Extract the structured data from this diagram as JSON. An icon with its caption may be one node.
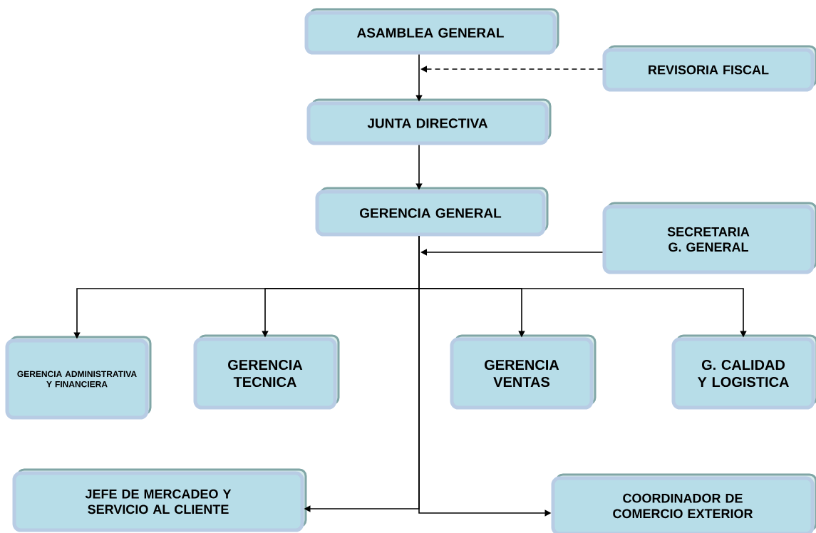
{
  "diagram": {
    "nodes": [
      {
        "text": [
          "ASAMBLEA GENERAL"
        ]
      },
      {
        "text": [
          "REVISORIA FISCAL"
        ]
      },
      {
        "text": [
          "JUNTA DIRECTIVA"
        ]
      },
      {
        "text": [
          "GERENCIA GENERAL"
        ]
      },
      {
        "text": [
          "SECRETARIA G. GENERAL"
        ]
      },
      {
        "text": [
          "GERENCIA ADMINISTRATIVA Y FINANCIERA"
        ]
      },
      {
        "text": [
          "GERENCIA TECNICA"
        ]
      },
      {
        "text": [
          "GERENCIA VENTAS"
        ]
      },
      {
        "text": [
          "G. CALIDAD Y LOGISTICA"
        ]
      },
      {
        "text": [
          "JEFE DE MERCADEO Y SERVICIO AL CLIENTE"
        ]
      },
      {
        "text": [
          "COORDINADOR DE COMERCIO EXTERIOR"
        ]
      }
    ],
    "edges": [
      {
        "from": 0,
        "to": 2,
        "arrow": "to"
      },
      {
        "from": 1,
        "to": null,
        "arrow": "to",
        "style": "dashed"
      },
      {
        "from": 2,
        "to": 3,
        "arrow": "to"
      },
      {
        "from": 4,
        "to": null,
        "arrow": "to"
      },
      {
        "from": 3,
        "to": 5,
        "arrow": "to"
      },
      {
        "from": 3,
        "to": 6,
        "arrow": "to"
      },
      {
        "from": 3,
        "to": 7,
        "arrow": "to"
      },
      {
        "from": 3,
        "to": 8,
        "arrow": "to"
      },
      {
        "from": 3,
        "to": 9,
        "arrow": "to"
      },
      {
        "from": 3,
        "to": 10,
        "arrow": "to"
      }
    ]
  }
}
